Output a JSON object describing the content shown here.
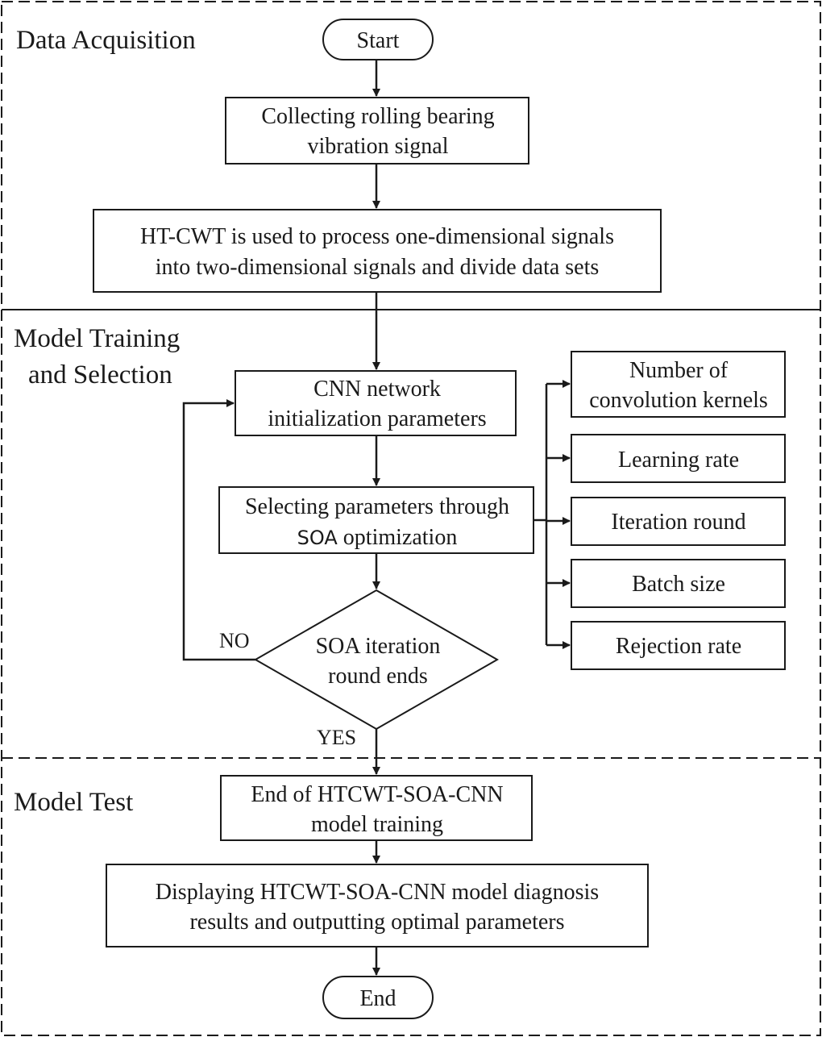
{
  "sections": {
    "data_acquisition": "Data Acquisition",
    "model_training_line1": "Model Training",
    "model_training_line2": "and Selection",
    "model_test": "Model Test"
  },
  "nodes": {
    "start": "Start",
    "collect_line1": "Collecting rolling bearing",
    "collect_line2": "vibration signal",
    "htcwt_line1": "HT-CWT is used to process one-dimensional signals",
    "htcwt_line2": "into two-dimensional signals and divide data sets",
    "cnn_line1": "CNN network",
    "cnn_line2": "initialization parameters",
    "select_line1": "Selecting parameters through",
    "select_line2_soa": "SOA",
    "select_line2_rest": " optimization",
    "decision_line1": "SOA iteration",
    "decision_line2": "round ends",
    "end_training_line1": "End of HTCWT-SOA-CNN",
    "end_training_line2": "model training",
    "display_line1": "Displaying HTCWT-SOA-CNN model diagnosis",
    "display_line2": "results and outputting optimal parameters",
    "end": "End"
  },
  "parameters": {
    "kernels_line1": "Number of",
    "kernels_line2": "convolution kernels",
    "learning_rate": "Learning rate",
    "iteration_round": "Iteration round",
    "batch_size": "Batch size",
    "rejection_rate": "Rejection rate"
  },
  "branches": {
    "no": "NO",
    "yes": "YES"
  }
}
